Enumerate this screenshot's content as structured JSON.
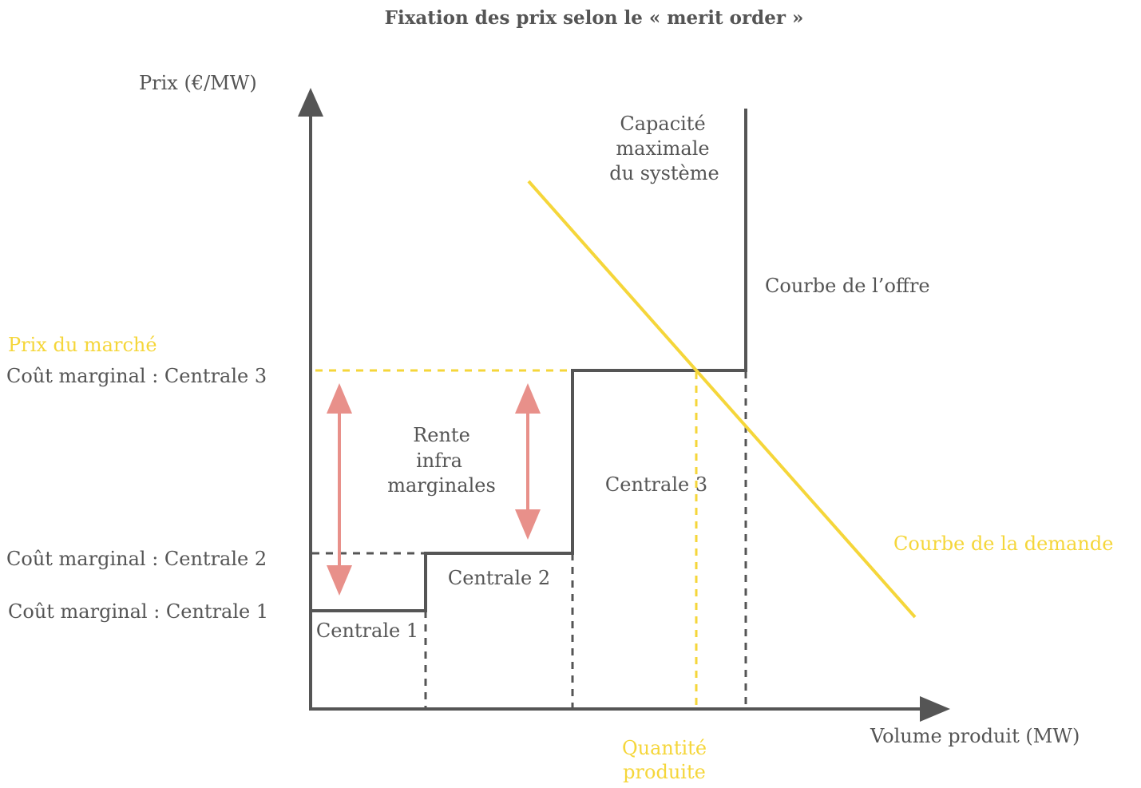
{
  "title": "Fixation des prix selon le « merit order »",
  "axes": {
    "y_label": "Prix (€/MW)",
    "x_label": "Volume produit (MW)"
  },
  "labels": {
    "market_price": "Prix du marché",
    "cost_3": "Coût marginal : Centrale 3",
    "cost_2": "Coût marginal : Centrale 2",
    "cost_1": "Coût marginal : Centrale 1",
    "centrale_1": "Centrale 1",
    "centrale_2": "Centrale 2",
    "centrale_3": "Centrale 3",
    "rente": [
      "Rente",
      "infra",
      "marginales"
    ],
    "capacity": [
      "Capacité",
      "maximale",
      "du système"
    ],
    "supply_curve": "Courbe de l’offre",
    "demand_curve": "Courbe de la demande",
    "quantity": [
      "Quantité",
      "produite"
    ]
  },
  "colors": {
    "gray": "#555555",
    "yellow": "#f5d63a",
    "salmon": "#e8908a"
  }
}
